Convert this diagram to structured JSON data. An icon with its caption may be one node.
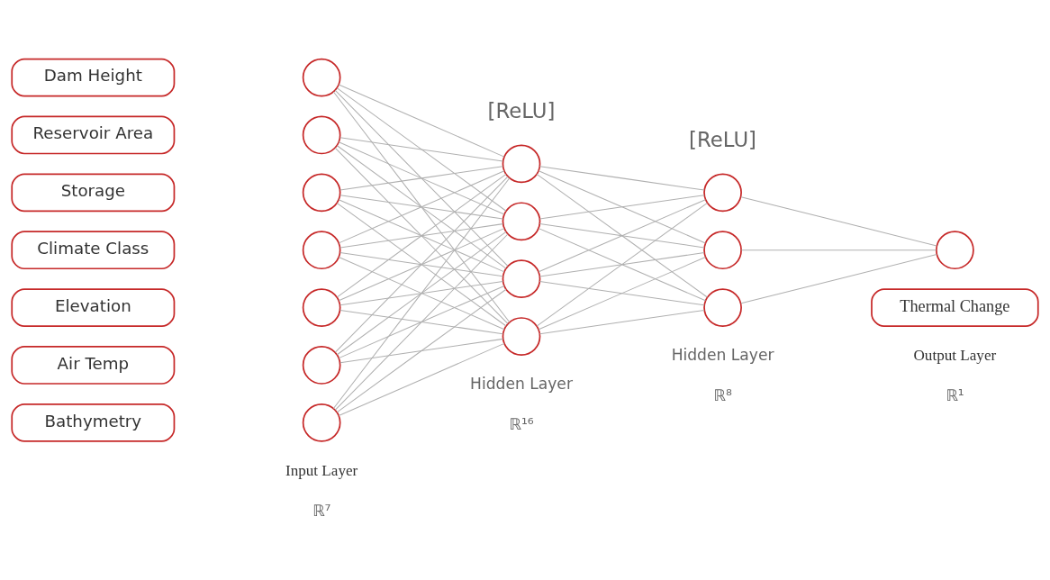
{
  "diagram": {
    "nodes": [
      {
        "text": [
          "Dam Height"
        ]
      },
      {
        "text": [
          "Reservoir Area"
        ]
      },
      {
        "text": [
          "Storage"
        ]
      },
      {
        "text": [
          "Climate Class"
        ]
      },
      {
        "text": [
          "Elevation"
        ]
      },
      {
        "text": [
          "Air Temp"
        ]
      },
      {
        "text": [
          "Bathymetry"
        ]
      },
      {
        "text": [],
        "shape": "circle"
      },
      {
        "text": [],
        "shape": "circle"
      },
      {
        "text": [],
        "shape": "circle"
      },
      {
        "text": [],
        "shape": "circle"
      },
      {
        "text": [],
        "shape": "circle"
      },
      {
        "text": [],
        "shape": "circle"
      },
      {
        "text": [],
        "shape": "circle"
      },
      {
        "text": [],
        "shape": "circle"
      },
      {
        "text": [],
        "shape": "circle"
      },
      {
        "text": [],
        "shape": "circle"
      },
      {
        "text": [],
        "shape": "circle"
      },
      {
        "text": [],
        "shape": "circle"
      },
      {
        "text": [],
        "shape": "circle"
      },
      {
        "text": [],
        "shape": "circle"
      },
      {
        "text": [],
        "shape": "circle"
      },
      {
        "text": [
          "Thermal Change"
        ]
      }
    ],
    "edges": [
      {
        "from": 7,
        "to": 14,
        "arrow": "none"
      },
      {
        "from": 7,
        "to": 15,
        "arrow": "none"
      },
      {
        "from": 7,
        "to": 16,
        "arrow": "none"
      },
      {
        "from": 7,
        "to": 17,
        "arrow": "none"
      },
      {
        "from": 8,
        "to": 14,
        "arrow": "none"
      },
      {
        "from": 8,
        "to": 15,
        "arrow": "none"
      },
      {
        "from": 8,
        "to": 16,
        "arrow": "none"
      },
      {
        "from": 8,
        "to": 17,
        "arrow": "none"
      },
      {
        "from": 9,
        "to": 14,
        "arrow": "none"
      },
      {
        "from": 9,
        "to": 15,
        "arrow": "none"
      },
      {
        "from": 9,
        "to": 16,
        "arrow": "none"
      },
      {
        "from": 9,
        "to": 17,
        "arrow": "none"
      },
      {
        "from": 10,
        "to": 14,
        "arrow": "none"
      },
      {
        "from": 10,
        "to": 15,
        "arrow": "none"
      },
      {
        "from": 10,
        "to": 16,
        "arrow": "none"
      },
      {
        "from": 10,
        "to": 17,
        "arrow": "none"
      },
      {
        "from": 11,
        "to": 14,
        "arrow": "none"
      },
      {
        "from": 11,
        "to": 15,
        "arrow": "none"
      },
      {
        "from": 11,
        "to": 16,
        "arrow": "none"
      },
      {
        "from": 11,
        "to": 17,
        "arrow": "none"
      },
      {
        "from": 12,
        "to": 14,
        "arrow": "none"
      },
      {
        "from": 12,
        "to": 15,
        "arrow": "none"
      },
      {
        "from": 12,
        "to": 16,
        "arrow": "none"
      },
      {
        "from": 12,
        "to": 17,
        "arrow": "none"
      },
      {
        "from": 13,
        "to": 14,
        "arrow": "none"
      },
      {
        "from": 13,
        "to": 15,
        "arrow": "none"
      },
      {
        "from": 13,
        "to": 16,
        "arrow": "none"
      },
      {
        "from": 13,
        "to": 17,
        "arrow": "none"
      },
      {
        "from": 14,
        "to": 18,
        "arrow": "none"
      },
      {
        "from": 14,
        "to": 19,
        "arrow": "none"
      },
      {
        "from": 14,
        "to": 20,
        "arrow": "none"
      },
      {
        "from": 15,
        "to": 18,
        "arrow": "none"
      },
      {
        "from": 15,
        "to": 19,
        "arrow": "none"
      },
      {
        "from": 15,
        "to": 20,
        "arrow": "none"
      },
      {
        "from": 16,
        "to": 18,
        "arrow": "none"
      },
      {
        "from": 16,
        "to": 19,
        "arrow": "none"
      },
      {
        "from": 16,
        "to": 20,
        "arrow": "none"
      },
      {
        "from": 17,
        "to": 18,
        "arrow": "none"
      },
      {
        "from": 17,
        "to": 19,
        "arrow": "none"
      },
      {
        "from": 17,
        "to": 20,
        "arrow": "none"
      },
      {
        "from": 18,
        "to": 21,
        "arrow": "none"
      },
      {
        "from": 19,
        "to": 21,
        "arrow": "none"
      },
      {
        "from": 20,
        "to": 21,
        "arrow": "none"
      }
    ],
    "labels": [
      "[ReLU]",
      "[ReLU]",
      "Input Layer",
      "ℝ⁷",
      "Hidden Layer",
      "ℝ¹⁶",
      "Hidden Layer",
      "ℝ⁸",
      "Output Layer",
      "ℝ¹"
    ]
  }
}
